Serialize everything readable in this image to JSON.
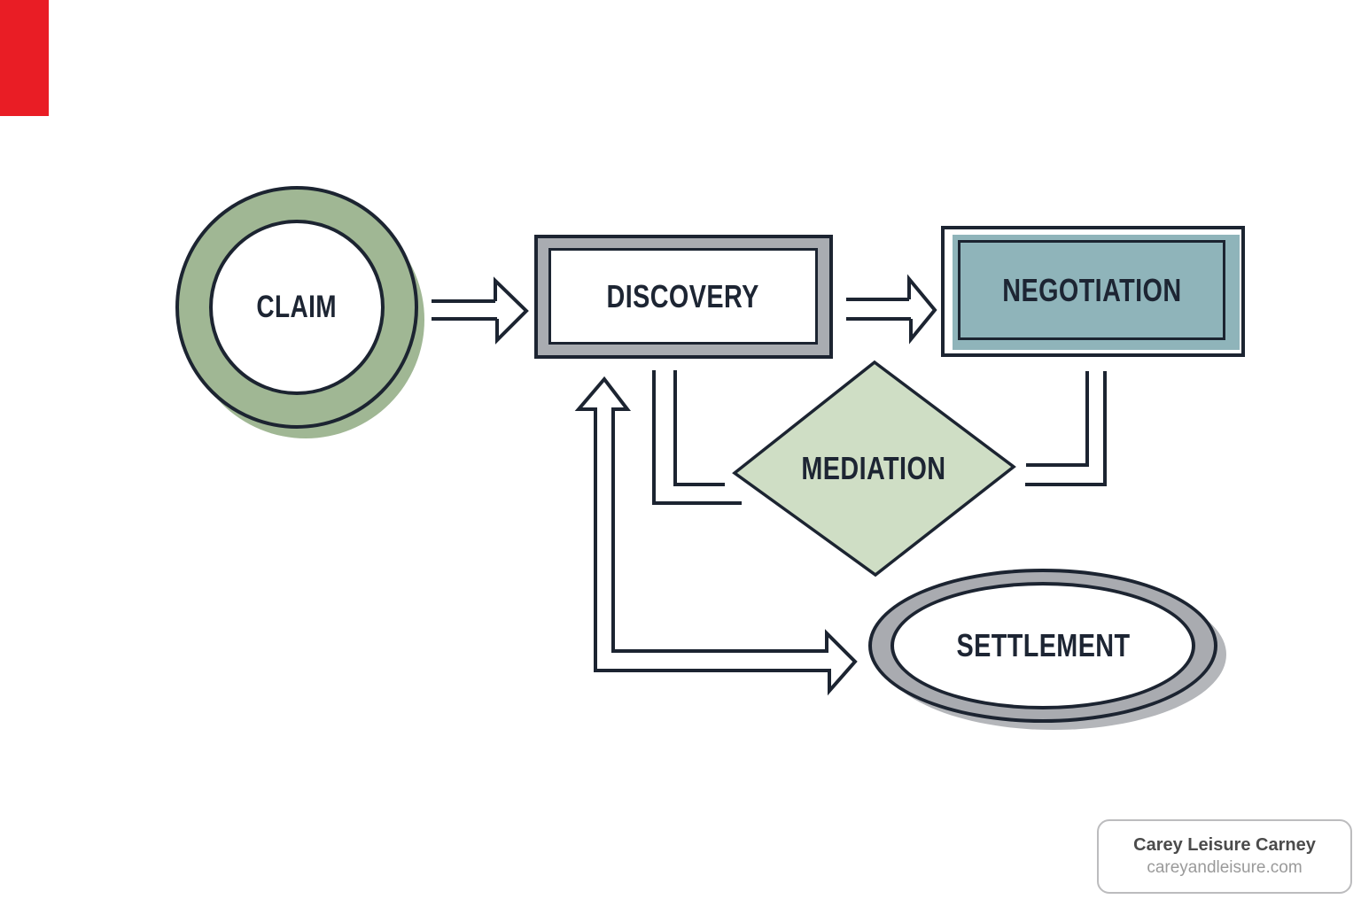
{
  "canvas": {
    "background": "#ffffff",
    "outline_color": "#1c2431"
  },
  "accent_bar": {
    "color": "#e91d25"
  },
  "nodes": {
    "claim": {
      "label": "CLAIM",
      "shape": "circle",
      "ring_color": "#a0b794"
    },
    "discovery": {
      "label": "DISCOVERY",
      "shape": "rectangle",
      "frame_color": "#a9acb1"
    },
    "negotiation": {
      "label": "NEGOTIATION",
      "shape": "rectangle",
      "fill_color": "#8fb4ba"
    },
    "mediation": {
      "label": "MEDIATION",
      "shape": "diamond",
      "fill_color": "#cfdec5"
    },
    "settlement": {
      "label": "SETTLEMENT",
      "shape": "ellipse",
      "ring_color": "#a9abb0"
    }
  },
  "connections": [
    {
      "from": "claim",
      "to": "discovery",
      "style": "open-block-arrow"
    },
    {
      "from": "discovery",
      "to": "negotiation",
      "style": "open-block-arrow"
    },
    {
      "from": "discovery",
      "to": "mediation",
      "style": "elbow-double-line"
    },
    {
      "from": "negotiation",
      "to": "mediation",
      "style": "elbow-double-line"
    },
    {
      "from": "mediation",
      "to": "discovery-and-settlement",
      "style": "double-headed-elbow-arrow"
    }
  ],
  "attribution": {
    "name": "Carey Leisure Carney",
    "website": "careyandleisure.com"
  }
}
